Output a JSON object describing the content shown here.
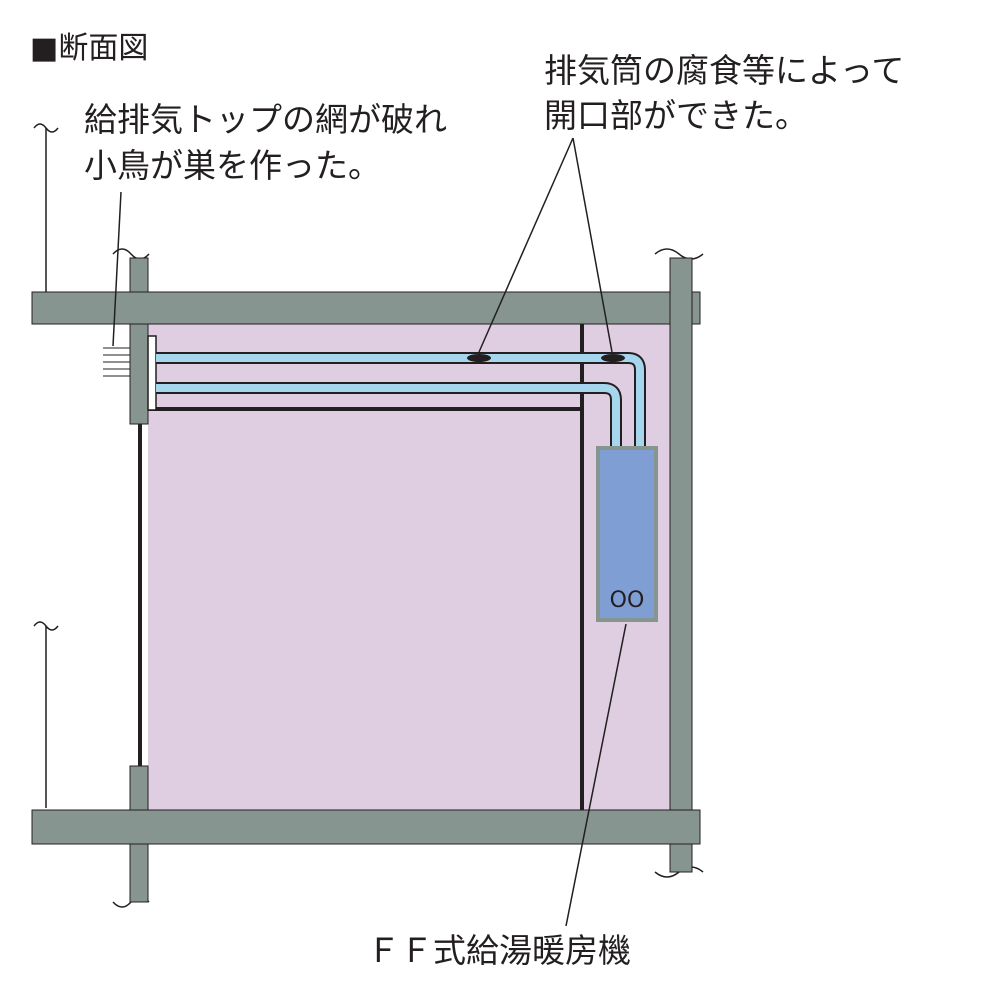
{
  "title": "■断面図",
  "labels": {
    "vent_top_line1": "給排気トップの網が破れ",
    "vent_top_line2": "小鳥が巣を作った。",
    "corrosion_line1": "排気筒の腐食等によって",
    "corrosion_line2": "開口部ができた。",
    "heater_name": "ＦＦ式給湯暖房機",
    "heater_panel_mark": "OO"
  },
  "colors": {
    "structure": "#879590",
    "room": "#dfcde2",
    "pipe": "#a6d6ee",
    "heater_body": "#7f9ed4",
    "line": "#231f20"
  }
}
